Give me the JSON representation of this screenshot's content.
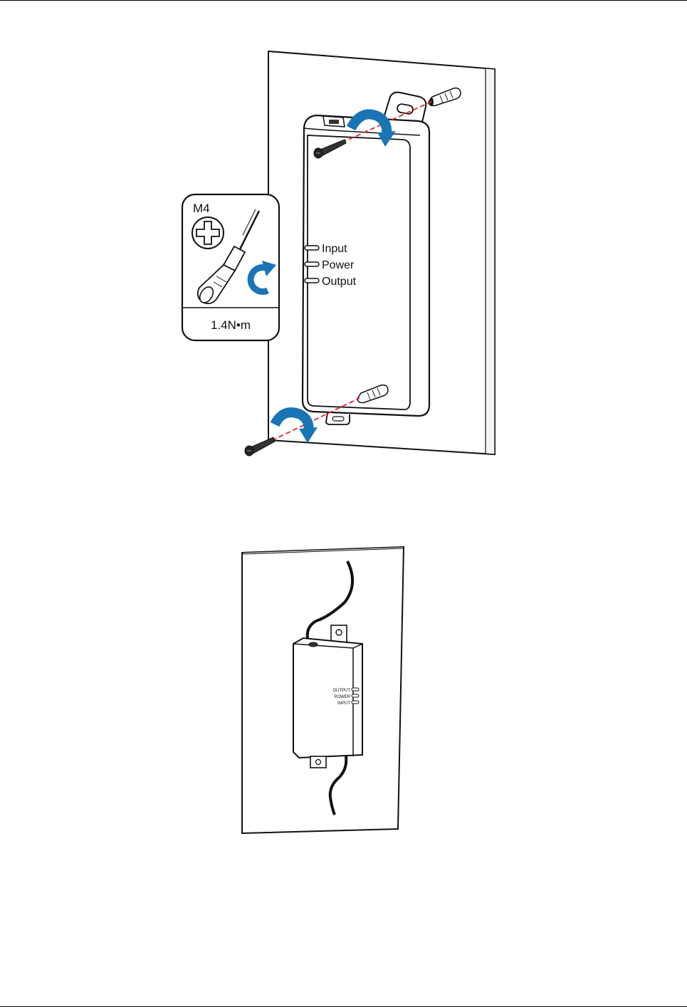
{
  "figure1": {
    "led_labels": [
      "Input",
      "Power",
      "Output"
    ],
    "inset": {
      "screw_size": "M4",
      "torque": "1.4N•m"
    }
  },
  "figure2": {
    "led_labels": [
      "OUTPUT",
      "POWER",
      "INPUT"
    ]
  },
  "colors": {
    "arrow": "#1a75b4",
    "screw_line": "#e0262c"
  }
}
